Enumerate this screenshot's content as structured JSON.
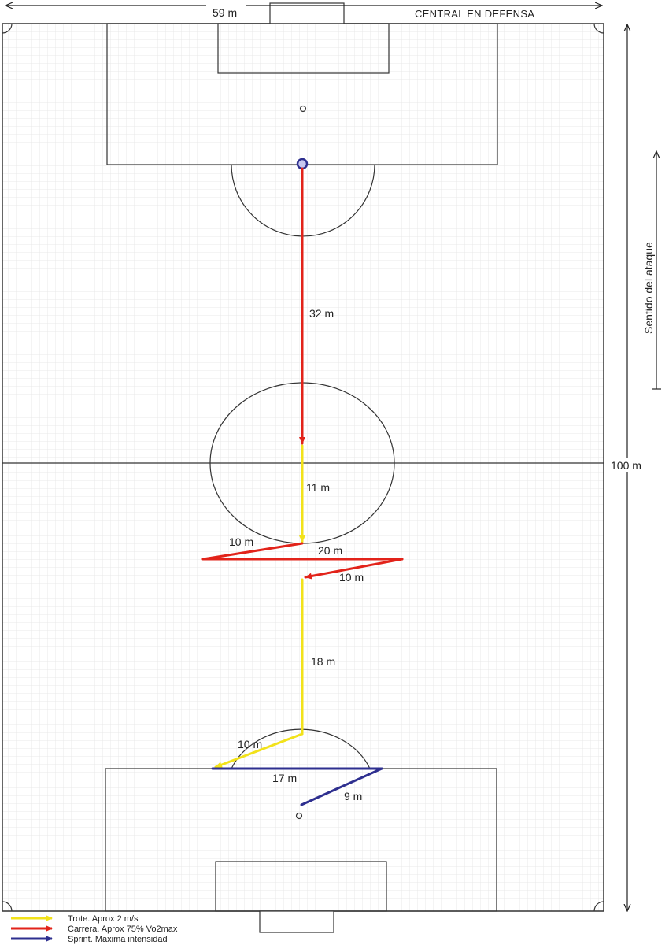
{
  "title": "CENTRAL EN  DEFENSA",
  "width_label": "59 m",
  "length_label": "100 m",
  "attack_direction_label": "Sentido del ataque",
  "segments": [
    {
      "label": "32 m",
      "movement": "carrera"
    },
    {
      "label": "11 m",
      "movement": "trote"
    },
    {
      "label": "10 m",
      "movement": "carrera"
    },
    {
      "label": "20 m",
      "movement": "carrera"
    },
    {
      "label": "10 m",
      "movement": "carrera"
    },
    {
      "label": "18 m",
      "movement": "trote"
    },
    {
      "label": "10 m",
      "movement": "trote"
    },
    {
      "label": "17 m",
      "movement": "sprint"
    },
    {
      "label": "9 m",
      "movement": "sprint"
    }
  ],
  "legend": [
    {
      "label": "Trote. Aprox 2 m/s",
      "color": "#f2e21a"
    },
    {
      "label": "Carrera. Aprox 75% Vo2max",
      "color": "#e2231a"
    },
    {
      "label": "Sprint. Maxima intensidad",
      "color": "#2e2f8f"
    }
  ]
}
